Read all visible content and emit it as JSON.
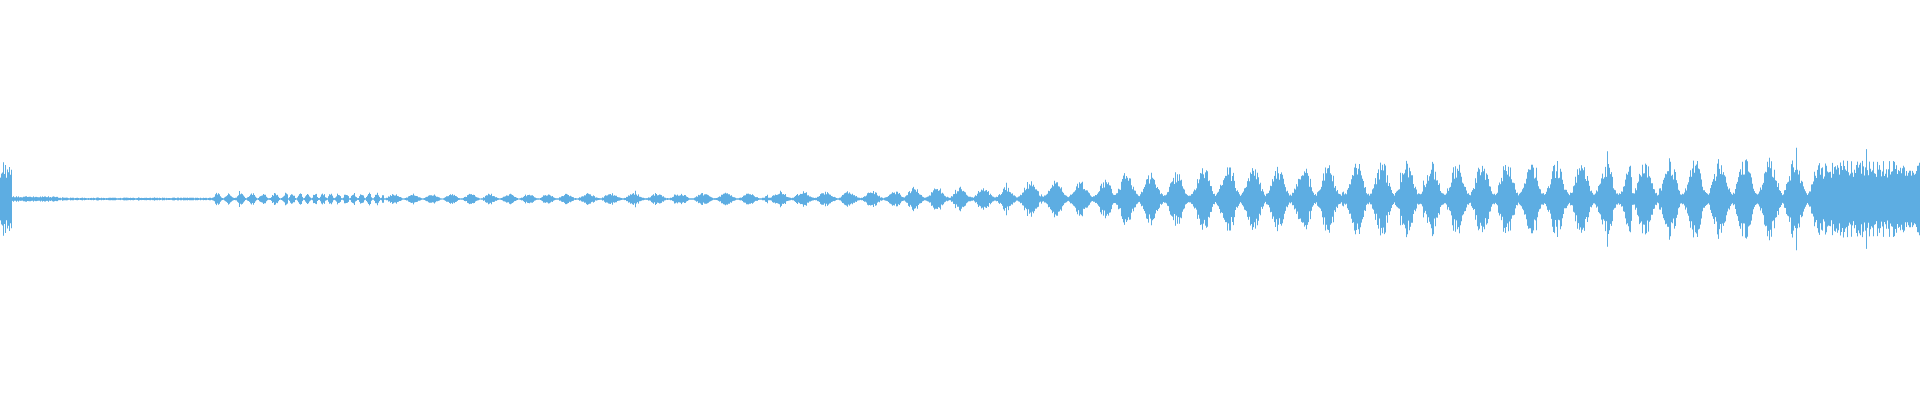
{
  "waveform": {
    "color": "#5dade2",
    "background": "#ffffff",
    "segments": [
      {
        "start": 0.0,
        "end": 0.006,
        "level": 0.55,
        "pulse": 0
      },
      {
        "start": 0.006,
        "end": 0.03,
        "level": 0.04,
        "pulse": 0
      },
      {
        "start": 0.03,
        "end": 0.11,
        "level": 0.02,
        "pulse": 0
      },
      {
        "start": 0.11,
        "end": 0.15,
        "level": 0.1,
        "pulse": 0.006
      },
      {
        "start": 0.15,
        "end": 0.2,
        "level": 0.1,
        "pulse": 0.004
      },
      {
        "start": 0.2,
        "end": 0.3,
        "level": 0.08,
        "pulse": 0.01
      },
      {
        "start": 0.3,
        "end": 0.4,
        "level": 0.09,
        "pulse": 0.012
      },
      {
        "start": 0.4,
        "end": 0.47,
        "level": 0.12,
        "pulse": 0.012
      },
      {
        "start": 0.47,
        "end": 0.53,
        "level": 0.18,
        "pulse": 0.012
      },
      {
        "start": 0.53,
        "end": 0.58,
        "level": 0.28,
        "pulse": 0.013
      },
      {
        "start": 0.58,
        "end": 0.62,
        "level": 0.4,
        "pulse": 0.013
      },
      {
        "start": 0.62,
        "end": 0.7,
        "level": 0.5,
        "pulse": 0.013
      },
      {
        "start": 0.7,
        "end": 0.85,
        "level": 0.55,
        "pulse": 0.013
      },
      {
        "start": 0.85,
        "end": 0.95,
        "level": 0.6,
        "pulse": 0.013
      },
      {
        "start": 0.95,
        "end": 1.0,
        "level": 0.55,
        "pulse": 0
      }
    ]
  }
}
